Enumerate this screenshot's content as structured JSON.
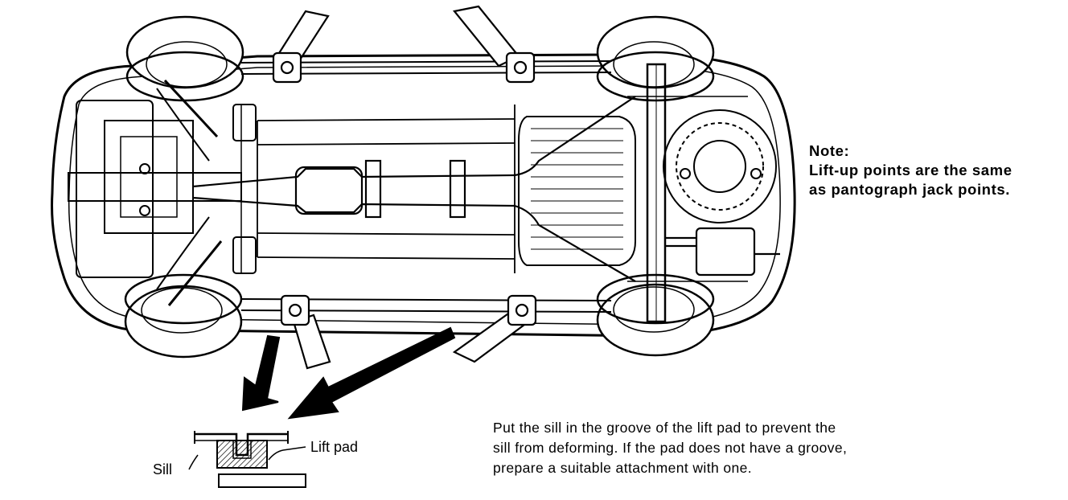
{
  "note": {
    "heading": "Note:",
    "line1": "Lift-up points are the same",
    "line2": "as pantograph jack points."
  },
  "instruction": {
    "line1": "Put the sill in the groove of the lift pad to prevent the",
    "line2": "sill from deforming. If the pad does not have a groove,",
    "line3": "prepare a suitable attachment with one."
  },
  "detail_labels": {
    "sill": "Sill",
    "lift_pad": "Lift pad"
  }
}
